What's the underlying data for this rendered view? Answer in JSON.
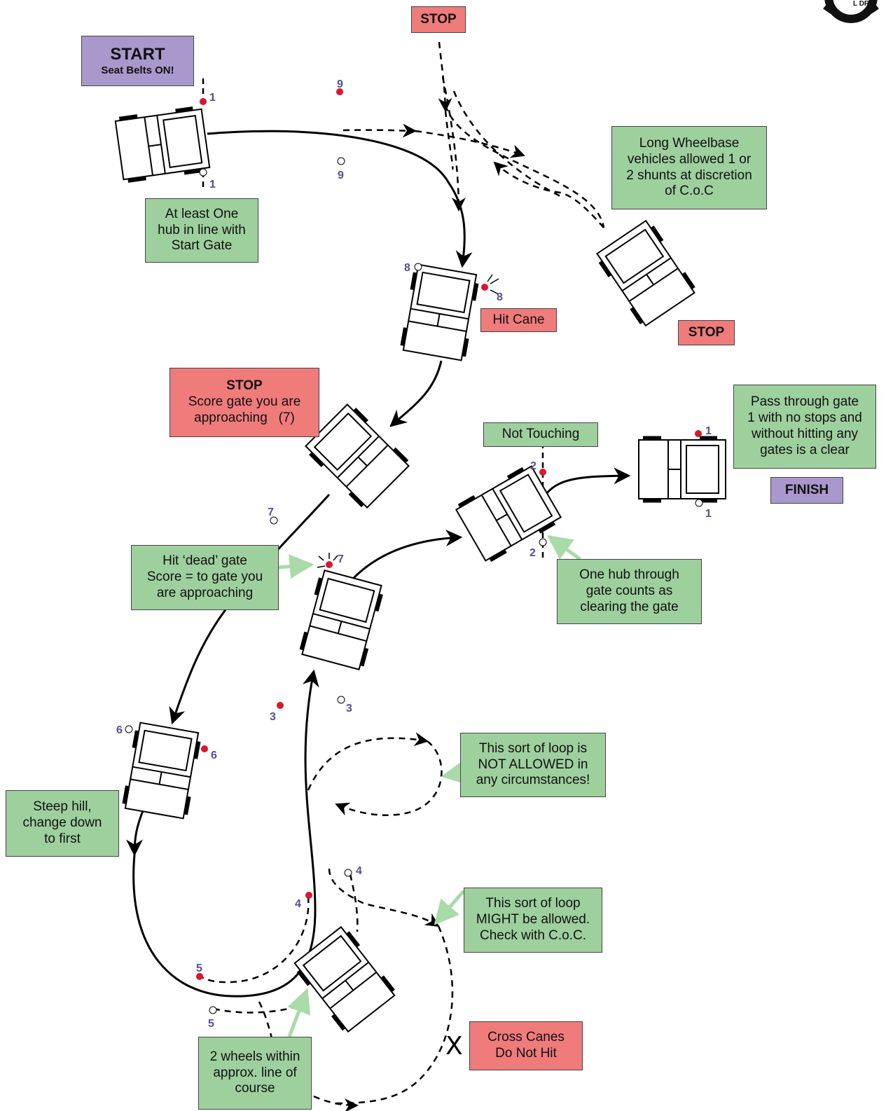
{
  "start": {
    "title": "START",
    "subtitle": "Seat Belts ON!"
  },
  "stop_top": "STOP",
  "stop_right": "STOP",
  "stop_score": {
    "title": "STOP",
    "line1": "Score gate you are",
    "line2": "approaching   (7)"
  },
  "finish": "FINISH",
  "notes": {
    "hub_start": [
      "At least One",
      "hub in line with",
      "Start Gate"
    ],
    "long_wheelbase": [
      "Long Wheelbase",
      "vehicles allowed 1 or",
      "2 shunts at discretion",
      "of C.o.C"
    ],
    "hit_cane": "Hit Cane",
    "not_touching": "Not Touching",
    "pass_gate": [
      "Pass through gate",
      "1 with no stops and",
      "without hitting any",
      "gates is a clear"
    ],
    "dead_gate": [
      "Hit ‘dead’ gate",
      "Score = to gate you",
      "are approaching"
    ],
    "one_hub": [
      "One hub through",
      "gate counts as",
      "clearing the gate"
    ],
    "loop_not_allowed": [
      "This sort of loop is",
      "NOT ALLOWED in",
      "any circumstances!"
    ],
    "steep_hill": [
      "Steep hill,",
      "change down",
      "to first"
    ],
    "loop_might": [
      "This sort of loop",
      "MIGHT be allowed.",
      "Check with C.o.C."
    ],
    "two_wheels": [
      "2 wheels within",
      "approx. line of",
      "course"
    ],
    "cross_canes": [
      "Cross Canes",
      "Do Not Hit"
    ]
  },
  "cross_mark": "X",
  "gate_numbers": {
    "g1a": "1",
    "g1b": "1",
    "g9a": "9",
    "g9b": "9",
    "g8a": "8",
    "g8b": "8",
    "g7a": "7",
    "g7b": "7",
    "g2a": "2",
    "g2b": "2",
    "g1c": "1",
    "g1d": "1",
    "g3a": "3",
    "g3b": "3",
    "g6a": "6",
    "g6b": "6",
    "g4a": "4",
    "g4b": "4",
    "g5a": "5",
    "g5b": "5"
  },
  "logo_text": "L DRI",
  "colors": {
    "note_green": "#9ed09e",
    "stop_red": "#f07b7b",
    "label_purple": "#a898cc",
    "gate_hit": "#e0142a",
    "gate_number": "#5a4a9c",
    "arrow_green": "#a8dba8"
  }
}
